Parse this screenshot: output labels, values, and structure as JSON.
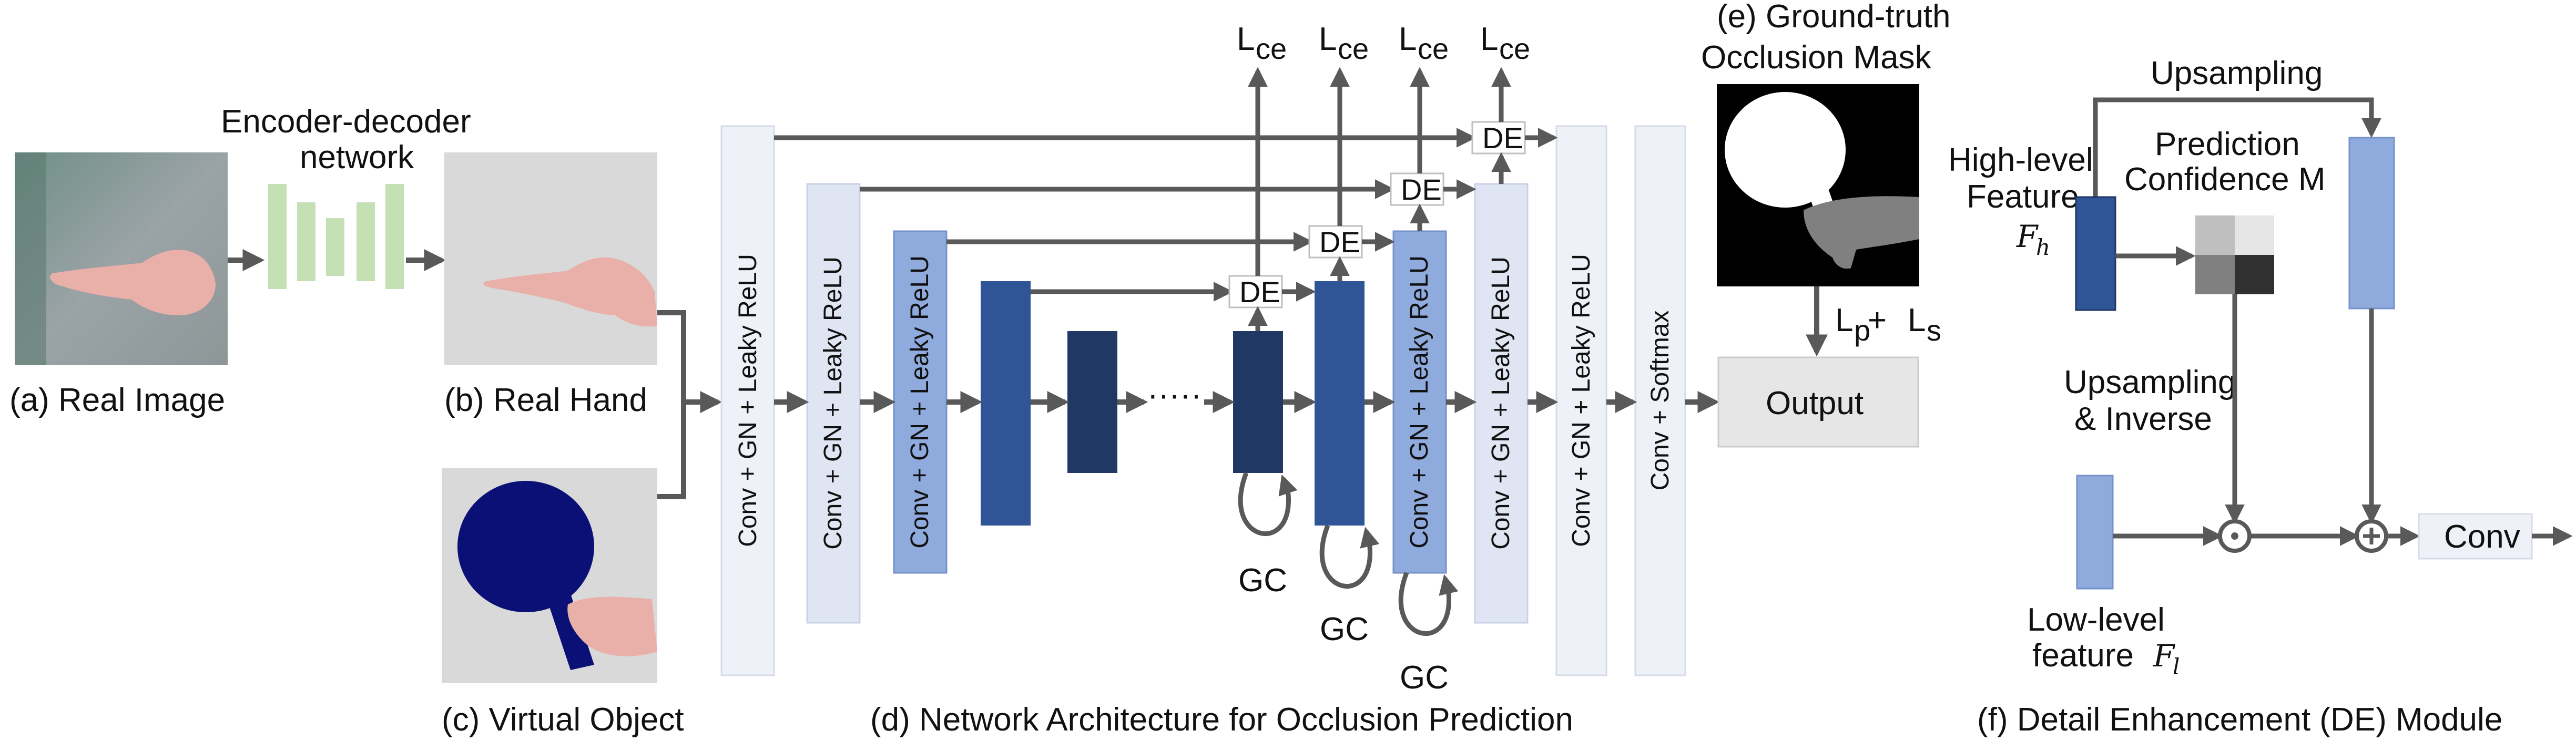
{
  "panels": {
    "a": "(a) Real Image",
    "b": "(b) Real Hand",
    "c": "(c) Virtual Object",
    "d": "(d) Network Architecture for Occlusion Prediction",
    "e_line1": "(e) Ground-truth",
    "e_line2": "Occlusion Mask",
    "f": "(f) Detail Enhancement (DE) Module"
  },
  "encoder_decoder": {
    "line1": "Encoder-decoder",
    "line2": "network"
  },
  "block_label": "Conv + GN + Leaky ReLU",
  "softmax_label": "Conv + Softmax",
  "output_label": "Output",
  "loss_ce": {
    "main": "L",
    "sub": "ce"
  },
  "loss_mask": {
    "p": "p",
    "plus": " + ",
    "s": "s",
    "L": "L"
  },
  "de_label": "DE",
  "gc_label": "GC",
  "ellipsis": "·····",
  "de_module": {
    "upsampling": "Upsampling",
    "high_level_line1": "High-level",
    "high_level_line2": "Feature",
    "fh_main": "F",
    "fh_sub": "h",
    "confidence_line1": "Prediction",
    "confidence_line2": "Confidence M",
    "ups_inverse_line1": "Upsampling",
    "ups_inverse_line2": "& Inverse",
    "low_level_line1": "Low-level",
    "low_level_line2": "feature",
    "fl_main": "F",
    "fl_sub": "l",
    "conv": "Conv",
    "dot_op": "⊙",
    "plus_op": "⊕"
  },
  "colors": {
    "light_block": "#eef1f8",
    "light_blue": "#8faadc",
    "mid_blue": "#2f5597",
    "dark_blue": "#1f3864",
    "enc_green": "#c5e0b4",
    "object_navy": "#0a1075",
    "arrow_gray": "#595959"
  }
}
